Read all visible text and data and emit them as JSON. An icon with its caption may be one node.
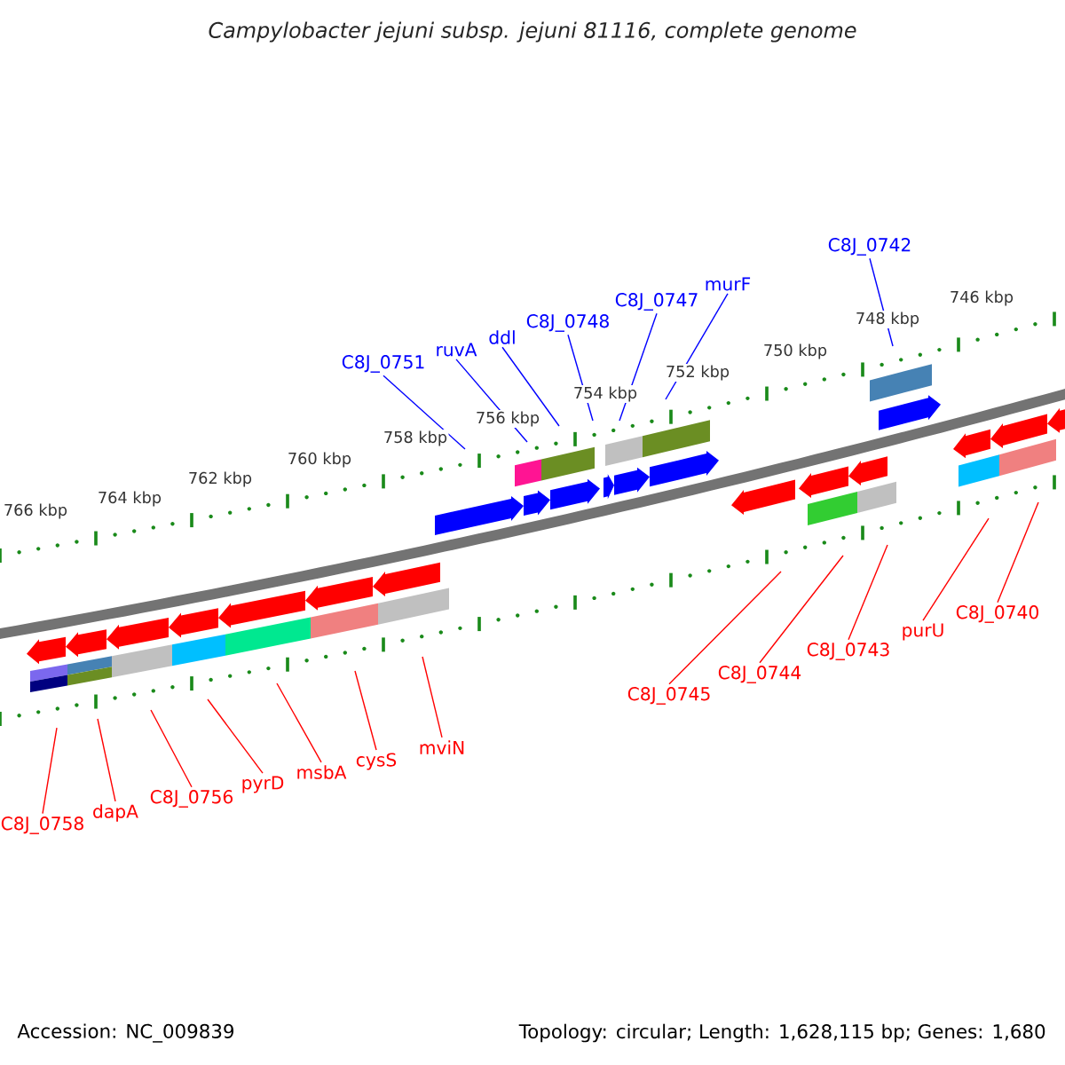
{
  "diagram": {
    "title": "Campylobacter jejuni subsp. jejuni 81116, complete genome",
    "nodes": [
      {
        "text": [
          "C8J_0751"
        ]
      },
      {
        "text": [
          "ruvA"
        ]
      },
      {
        "text": [
          "ddl"
        ]
      },
      {
        "text": [
          "C8J_0748"
        ]
      },
      {
        "text": [
          "C8J_0747"
        ]
      },
      {
        "text": [
          "murF"
        ]
      },
      {
        "text": [
          "C8J_0742"
        ]
      },
      {
        "text": [
          "C8J_0758"
        ]
      },
      {
        "text": [
          "dapA"
        ]
      },
      {
        "text": [
          "C8J_0756"
        ]
      },
      {
        "text": [
          "pyrD"
        ]
      },
      {
        "text": [
          "msbA"
        ]
      },
      {
        "text": [
          "cysS"
        ]
      },
      {
        "text": [
          "mviN"
        ]
      },
      {
        "text": [
          "C8J_0745"
        ]
      },
      {
        "text": [
          "C8J_0744"
        ]
      },
      {
        "text": [
          "C8J_0743"
        ]
      },
      {
        "text": [
          "purU"
        ]
      },
      {
        "text": [
          "C8J_0740"
        ]
      }
    ],
    "edges": [
      {
        "from": 0,
        "to": null,
        "arrow": "none",
        "color": "#0000ff"
      },
      {
        "from": 1,
        "to": null,
        "arrow": "none",
        "color": "#0000ff"
      },
      {
        "from": 2,
        "to": null,
        "arrow": "none",
        "color": "#0000ff"
      },
      {
        "from": 3,
        "to": null,
        "arrow": "none",
        "color": "#0000ff"
      },
      {
        "from": 4,
        "to": null,
        "arrow": "none",
        "color": "#0000ff"
      },
      {
        "from": 5,
        "to": null,
        "arrow": "none",
        "color": "#0000ff"
      },
      {
        "from": 6,
        "to": null,
        "arrow": "none",
        "color": "#0000ff"
      },
      {
        "from": 7,
        "to": null,
        "arrow": "none"
      },
      {
        "from": 8,
        "to": null,
        "arrow": "none"
      },
      {
        "from": 9,
        "to": null,
        "arrow": "none"
      },
      {
        "from": 10,
        "to": null,
        "arrow": "none"
      },
      {
        "from": 11,
        "to": null,
        "arrow": "none"
      },
      {
        "from": 12,
        "to": null,
        "arrow": "none"
      },
      {
        "from": 13,
        "to": null,
        "arrow": "none"
      },
      {
        "from": 14,
        "to": null,
        "arrow": "none"
      },
      {
        "from": 15,
        "to": null,
        "arrow": "none"
      },
      {
        "from": 16,
        "to": null,
        "arrow": "none"
      },
      {
        "from": 17,
        "to": null,
        "arrow": "none"
      },
      {
        "from": 18,
        "to": null,
        "arrow": "none"
      }
    ],
    "labels": [
      "766 kbp",
      "764 kbp",
      "762 kbp",
      "760 kbp",
      "758 kbp",
      "756 kbp",
      "754 kbp",
      "752 kbp",
      "750 kbp",
      "748 kbp",
      "746 kbp",
      "Accession: NC_009839",
      "Topology: circular; Length: 1,628,115 bp; Genes: 1,680"
    ]
  }
}
